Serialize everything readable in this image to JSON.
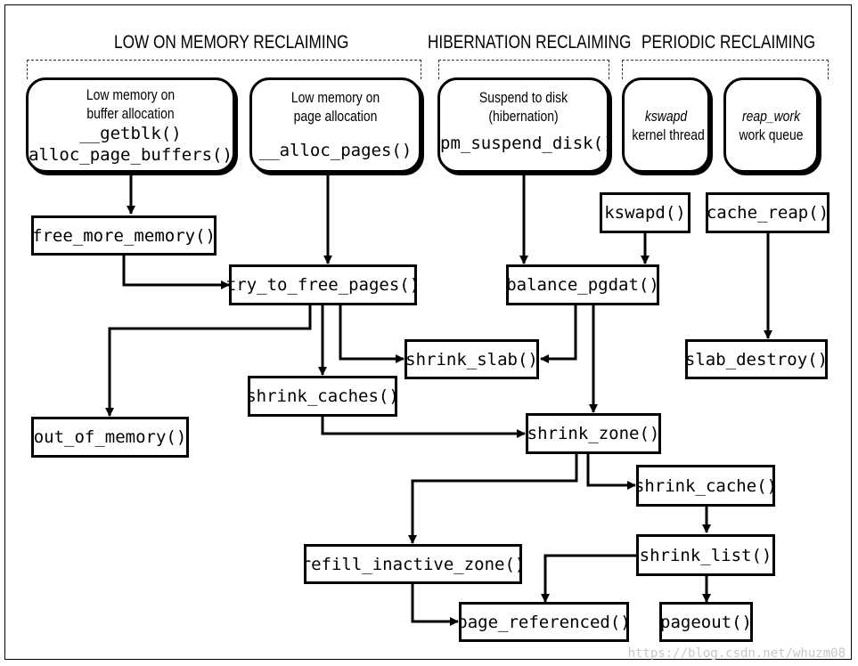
{
  "sections": {
    "low_memory": "LOW ON MEMORY RECLAIMING",
    "hibernation": "HIBERNATION RECLAIMING",
    "periodic": "PERIODIC RECLAIMING"
  },
  "sources": {
    "buffer_alloc": {
      "line1": "Low memory on",
      "line2": "buffer allocation",
      "code1": "__getblk()",
      "code2": "alloc_page_buffers()"
    },
    "page_alloc": {
      "line1": "Low memory on",
      "line2": "page allocation",
      "code1": "__alloc_pages()"
    },
    "suspend": {
      "line1": "Suspend to disk",
      "line2": "(hibernation)",
      "code1": "pm_suspend_disk()"
    },
    "kswapd_thread": {
      "name": "kswapd",
      "desc": "kernel thread"
    },
    "reap_work": {
      "name": "reap_work",
      "desc": "work queue"
    }
  },
  "functions": {
    "free_more_memory": "free_more_memory()",
    "try_to_free_pages": "try_to_free_pages()",
    "balance_pgdat": "balance_pgdat()",
    "kswapd": "kswapd()",
    "cache_reap": "cache_reap()",
    "shrink_slab": "shrink_slab()",
    "slab_destroy": "slab_destroy()",
    "shrink_caches": "shrink_caches()",
    "out_of_memory": "out_of_memory()",
    "shrink_zone": "shrink_zone()",
    "shrink_cache": "shrink_cache()",
    "shrink_list": "shrink_list()",
    "refill_inactive_zone": "refill_inactive_zone()",
    "page_referenced": "page_referenced()",
    "pageout": "pageout()"
  },
  "watermark": "https://blog.csdn.net/whuzm08"
}
